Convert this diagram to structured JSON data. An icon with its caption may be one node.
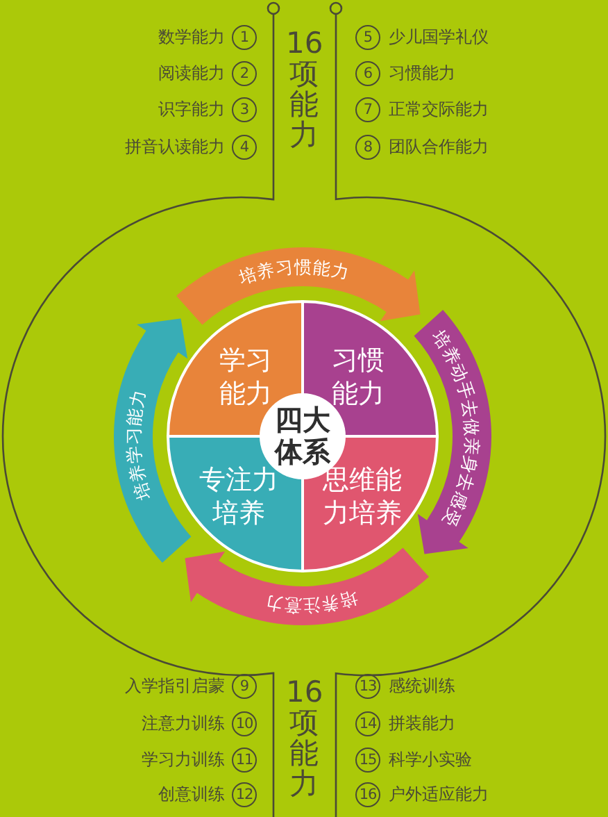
{
  "diagram": {
    "nodes": [
      {
        "text": [
          "学习能力"
        ]
      },
      {
        "text": [
          "习惯能力"
        ]
      },
      {
        "text": [
          "专注力培养"
        ]
      },
      {
        "text": [
          "思维能力培养"
        ]
      },
      {
        "text": [
          "四大体系"
        ]
      }
    ],
    "edges": [
      {
        "from": 0,
        "to": 1,
        "arrow": "to",
        "label": "培养习惯能力",
        "style": "thick",
        "color": "#e8843a"
      },
      {
        "from": 1,
        "to": 3,
        "arrow": "to",
        "label": "培养动手去做亲身去感受",
        "style": "thick",
        "color": "#a8418f"
      },
      {
        "from": 3,
        "to": 2,
        "arrow": "to",
        "label": "培养注意力",
        "style": "thick",
        "color": "#e0566f"
      },
      {
        "from": 2,
        "to": 0,
        "arrow": "to",
        "label": "培养学习能力",
        "style": "thick",
        "color": "#38adb6"
      }
    ],
    "labels": [
      "16项能力",
      "数学能力",
      "1",
      "5",
      "少儿国学礼仪",
      "阅读能力",
      "2",
      "6",
      "习惯能力",
      "识字能力",
      "3",
      "7",
      "正常交际能力",
      "拼音认读能力",
      "4",
      "8",
      "团队合作能力",
      "16项能力",
      "入学指引启蒙",
      "9",
      "13",
      "感统训练",
      "注意力训练",
      "10",
      "14",
      "拼装能力",
      "学习力训练",
      "11",
      "15",
      "科学小实验",
      "创意训练",
      "12",
      "16",
      "户外适应能力"
    ]
  }
}
